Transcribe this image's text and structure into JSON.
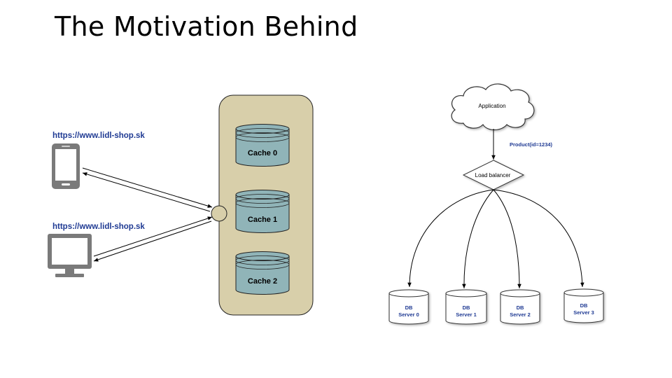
{
  "title": "The Motivation Behind",
  "left_diagram": {
    "clients": [
      {
        "url": "https://www.lidl-shop.sk",
        "device_icon": "mobile-phone-icon"
      },
      {
        "url": "https://www.lidl-shop.sk",
        "device_icon": "desktop-monitor-icon"
      }
    ],
    "caches": [
      "Cache 0",
      "Cache 1",
      "Cache 2"
    ],
    "colors": {
      "cache_panel": "#d8cfaa",
      "cache_cylinder": "#90b4b8",
      "device": "#7a7a7a",
      "url": "#1f3a93"
    }
  },
  "right_diagram": {
    "application_label": "Application",
    "request_label": "Product(id=1234)",
    "load_balancer_label": "Load balancer",
    "db_servers": [
      {
        "line1": "DB",
        "line2": "Server 0"
      },
      {
        "line1": "DB",
        "line2": "Server 1"
      },
      {
        "line1": "DB",
        "line2": "Server 2"
      },
      {
        "line1": "DB",
        "line2": "Server 3"
      }
    ]
  }
}
